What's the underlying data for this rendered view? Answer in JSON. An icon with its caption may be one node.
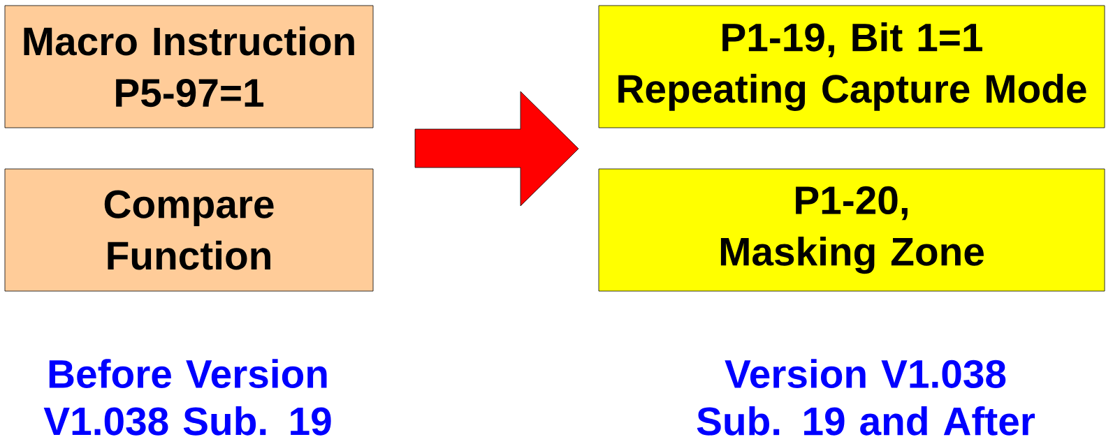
{
  "diagram": {
    "nodes": [
      {
        "text": [
          "Macro Instruction",
          "P5-97=1"
        ]
      },
      {
        "text": [
          "Compare Function"
        ]
      },
      {
        "text": [
          "P1-19, Bit 1=1",
          "Repeating Capture Mode"
        ]
      },
      {
        "text": [
          "P1-20, Masking Zone"
        ]
      }
    ],
    "labels": [
      "Before Version V1.038 Sub. 19",
      "Version V1.038 Sub. 19 and After"
    ]
  }
}
